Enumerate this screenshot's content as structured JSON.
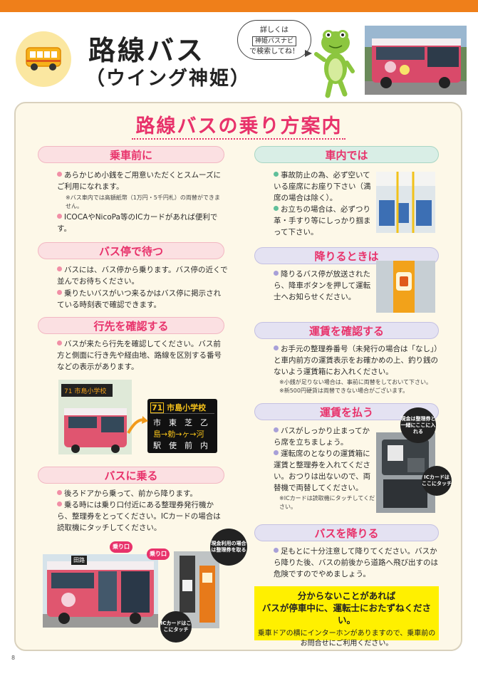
{
  "header": {
    "title": "路線バス",
    "subtitle": "（ウイング神姫）",
    "speech_line1": "詳しくは",
    "speech_boxed": "神姫バスナビ",
    "speech_line3": "で検索してね！"
  },
  "guide": {
    "title": "路線バスの乗り方案内",
    "sections": {
      "before_boarding": {
        "heading": "乗車前に",
        "item1": "あらかじめ小銭をご用意いただくとスムーズにご利用になれます。",
        "note1": "※バス車内では高額紙幣（1万円・5千円札）の両替ができません。",
        "item2": "ICOCAやNicoPa等のICカードがあれば便利です。"
      },
      "wait_at_stop": {
        "heading": "バス停で待つ",
        "item1": "バスには、バス停から乗ります。バス停の近くで並んでお待ちください。",
        "item2": "乗りたいバスがいつ来るかはバス停に掲示されている時刻表で確認できます。"
      },
      "check_destination": {
        "heading": "行先を確認する",
        "item1": "バスが来たら行先を確認してください。バス前方と側面に行き先や経由地、路線を区別する番号などの表示があります。",
        "sign_route": "71",
        "sign_dest": "市島小学校",
        "sign_row1": "市　東　芝　乙",
        "sign_row2": "島→勅→ヶ→河",
        "sign_row3": "駅　使　前　内"
      },
      "board_bus": {
        "heading": "バスに乗る",
        "item1": "後ろドアから乗って、前から降ります。",
        "item2": "乗る時には乗り口付近にある整理券発行機から、整理券をとってください。ICカードの場合は読取機にタッチしてください。",
        "label_boarding1": "乗り口",
        "label_boarding2": "乗り口",
        "callout_cash": "現金利用の場合は整理券を取る",
        "callout_ic": "ICカードはここにタッチ",
        "bus_destination": "田路"
      },
      "inside_bus": {
        "heading": "車内では",
        "item1": "事故防止の為、必ず空いている座席にお座り下さい（満席の場合は除く）。",
        "item2": "お立ちの場合は、必ずつり革・手すり等にしっかり掴まって下さい。"
      },
      "getting_off": {
        "heading": "降りるときは",
        "item1": "降りるバス停が放送されたら、降車ボタンを押して運転士へお知らせください。"
      },
      "check_fare": {
        "heading": "運賃を確認する",
        "item1": "お手元の整理券番号（未発行の場合は「なし」）と車内前方の運賃表示をお確かめの上、釣り銭のないよう運賃箱にお入れください。",
        "note1": "※小銭が足りない場合は、事前に両替をしておいて下さい。",
        "note2": "※新500円硬貨は両替できない場合がございます。"
      },
      "pay_fare": {
        "heading": "運賃を払う",
        "item1": "バスがしっかり止まってから席を立ちましょう。",
        "item2": "運転席のとなりの運賃箱に運賃と整理券を入れてください。おつりは出ないので、両替機で両替してください。",
        "note1": "※ICカードは読取機にタッチしてください。",
        "callout_cash": "現金は整理券と一緒にここに入れる",
        "callout_ic": "ICカードはここにタッチ"
      },
      "alight": {
        "heading": "バスを降りる",
        "item1": "足もとに十分注意して降りてください。バスから降りた後、バスの前後から道路へ飛び出すのは危険ですのでやめましょう。"
      }
    },
    "help_box": {
      "line1": "分からないことがあれば",
      "line2": "バスが停車中に、運転士におたずねください。",
      "line3": "乗車ドアの横にインターホンがありますので、乗車前のお問合せにご利用ください。"
    }
  },
  "footer": {
    "page_number": "8"
  },
  "colors": {
    "accent_orange": "#ef7f1a",
    "heading_pink": "#e8326b",
    "panel_cream": "#fdf8e8",
    "help_yellow": "#fff000"
  }
}
